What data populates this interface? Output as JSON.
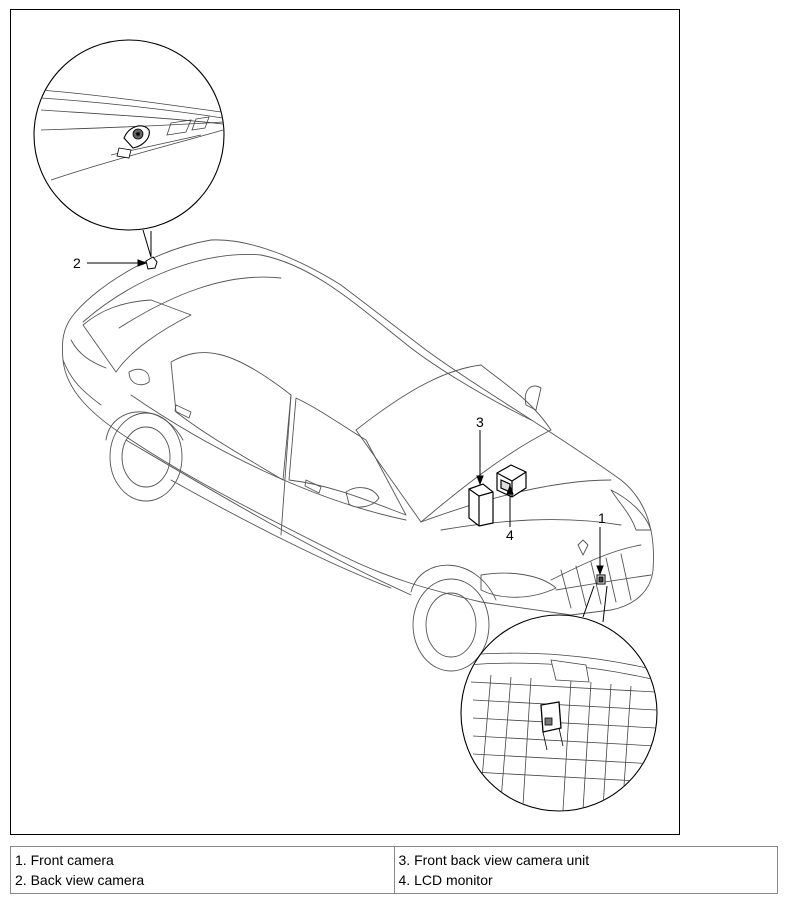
{
  "diagram": {
    "callouts": [
      {
        "id": "1",
        "label": "1"
      },
      {
        "id": "2",
        "label": "2"
      },
      {
        "id": "3",
        "label": "3"
      },
      {
        "id": "4",
        "label": "4"
      }
    ]
  },
  "legend": {
    "left": [
      "1. Front camera",
      "2. Back view camera"
    ],
    "right": [
      "3. Front back view camera unit",
      "4. LCD monitor"
    ]
  }
}
